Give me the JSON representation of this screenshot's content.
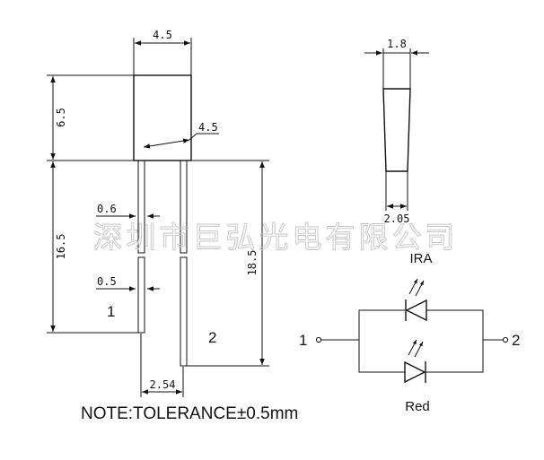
{
  "dimensions": {
    "body_width": "4.5",
    "body_height": "6.5",
    "flange_width": "4.5",
    "lead_thickness": "0.6",
    "lead_length_short": "16.5",
    "lead_width": "0.5",
    "lead_length_long": "18.5",
    "pin_pitch": "2.54",
    "side_thickness": "1.8",
    "side_base": "2.05"
  },
  "pins": {
    "left": "1",
    "right": "2"
  },
  "schematic": {
    "top_led_label": "IRA",
    "bottom_led_label": "Red",
    "terminal_left": "1",
    "terminal_right": "2"
  },
  "watermark": "深圳市巨弘光电有限公司",
  "note": "NOTE:TOLERANCE±0.5mm",
  "colors": {
    "line": "#111111",
    "watermark": "#c4c4c4",
    "background": "#ffffff"
  }
}
